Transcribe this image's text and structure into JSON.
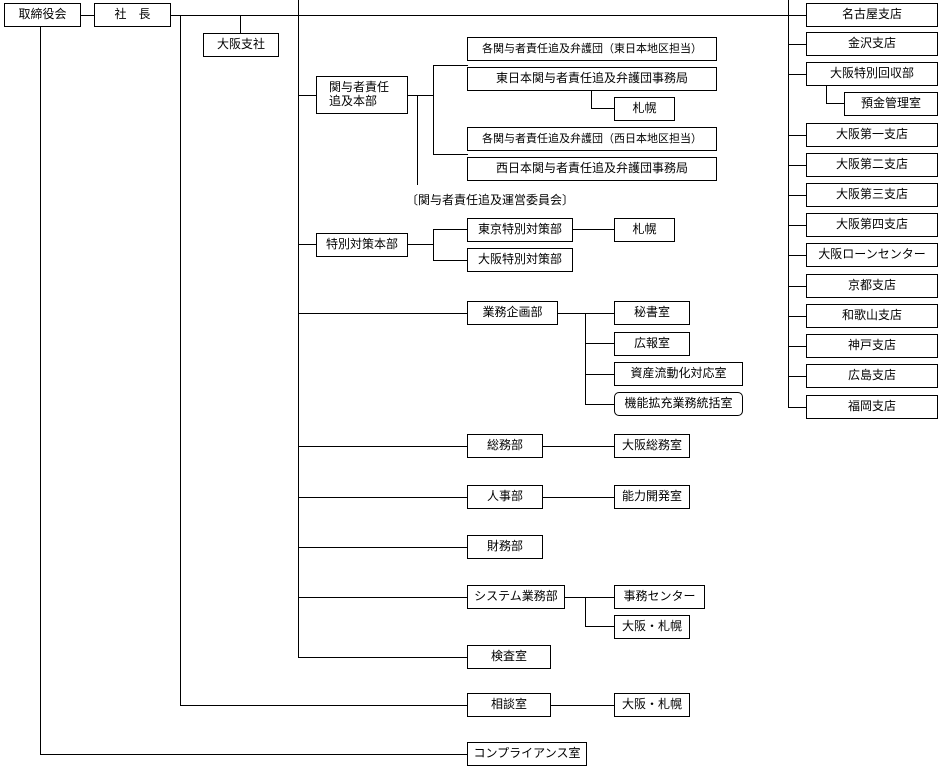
{
  "board": "取締役会",
  "president": "社　長",
  "osaka_office": "大阪支社",
  "liability": {
    "hq_line1": "関与者責任",
    "hq_line2": "追及本部",
    "east_team": "各関与者責任追及弁護団（東日本地区担当）",
    "east_office": "東日本関与者責任追及弁護団事務局",
    "sapporo": "札幌",
    "west_team": "各関与者責任追及弁護団（西日本地区担当）",
    "west_office": "西日本関与者責任追及弁護団事務局",
    "committee": "〔関与者責任追及運営委員会〕"
  },
  "special": {
    "hq": "特別対策本部",
    "tokyo": "東京特別対策部",
    "osaka": "大阪特別対策部",
    "sapporo": "札幌"
  },
  "planning": {
    "dept": "業務企画部",
    "secretary": "秘書室",
    "pr": "広報室",
    "asset": "資産流動化対応室",
    "function": "機能拡充業務統括室"
  },
  "general_affairs": {
    "dept": "総務部",
    "osaka": "大阪総務室"
  },
  "hr": {
    "dept": "人事部",
    "dev": "能力開発室"
  },
  "finance": {
    "dept": "財務部"
  },
  "systems": {
    "dept": "システム業務部",
    "center": "事務センター",
    "osaka_sapporo": "大阪・札幌"
  },
  "audit": {
    "dept": "検査室"
  },
  "consultation": {
    "dept": "相談室",
    "osaka_sapporo": "大阪・札幌"
  },
  "compliance": "コンプライアンス室",
  "branches": [
    "名古屋支店",
    "金沢支店",
    "大阪特別回収部",
    "預金管理室",
    "大阪第一支店",
    "大阪第二支店",
    "大阪第三支店",
    "大阪第四支店",
    "大阪ローンセンター",
    "京都支店",
    "和歌山支店",
    "神戸支店",
    "広島支店",
    "福岡支店"
  ]
}
